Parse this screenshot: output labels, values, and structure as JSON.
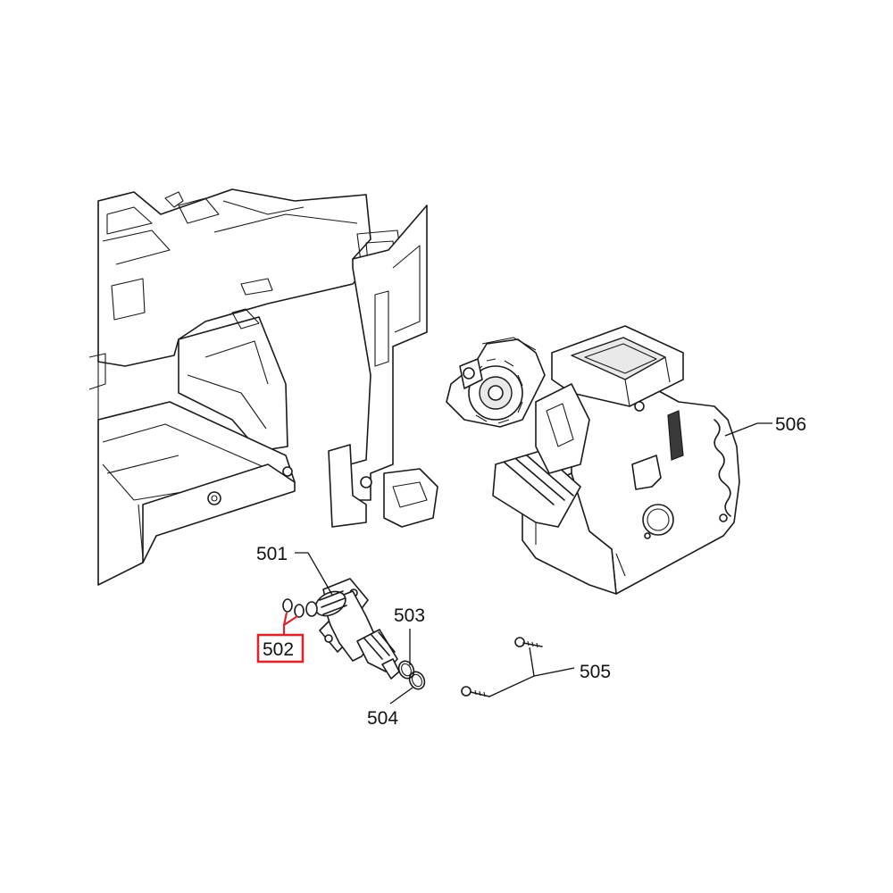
{
  "diagram": {
    "part_labels": {
      "p501": "501",
      "p502": "502",
      "p503": "503",
      "p504": "504",
      "p505": "505",
      "p506": "506"
    },
    "highlighted_part": "502",
    "highlight_color": "#d8262c",
    "line_color": "#1a1a1a",
    "background_color": "#ffffff"
  }
}
